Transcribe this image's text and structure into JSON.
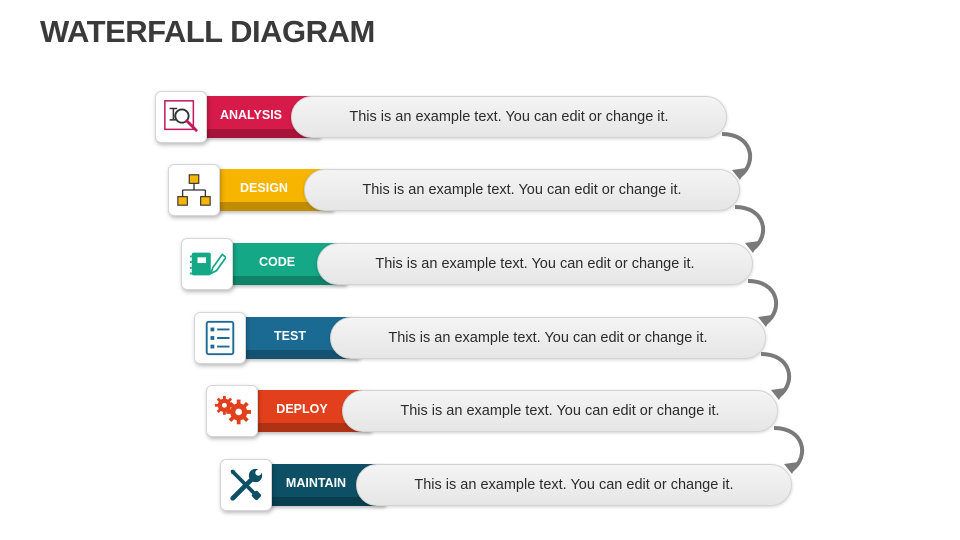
{
  "title": "WATERFALL DIAGRAM",
  "steps": [
    {
      "label": "ANALYSIS",
      "text": "This is an example text. You can edit or change it.",
      "color": "#d61a4a",
      "icon": "magnifier-icon"
    },
    {
      "label": "DESIGN",
      "text": "This is an example text. You can edit or change it.",
      "color": "#f7b500",
      "icon": "hierarchy-icon"
    },
    {
      "label": "CODE",
      "text": "This is an example text. You can edit or change it.",
      "color": "#14a886",
      "icon": "notebook-pencil-icon"
    },
    {
      "label": "TEST",
      "text": "This is an example text. You can edit or change it.",
      "color": "#1b6a93",
      "icon": "checklist-icon"
    },
    {
      "label": "DEPLOY",
      "text": "This is an example text. You can edit or change it.",
      "color": "#e2401c",
      "icon": "gears-icon"
    },
    {
      "label": "MAINTAIN",
      "text": "This is an example text. You can edit or change it.",
      "color": "#0d5066",
      "icon": "wrench-screwdriver-icon"
    }
  ],
  "arrow_color": "#7a7a7a"
}
